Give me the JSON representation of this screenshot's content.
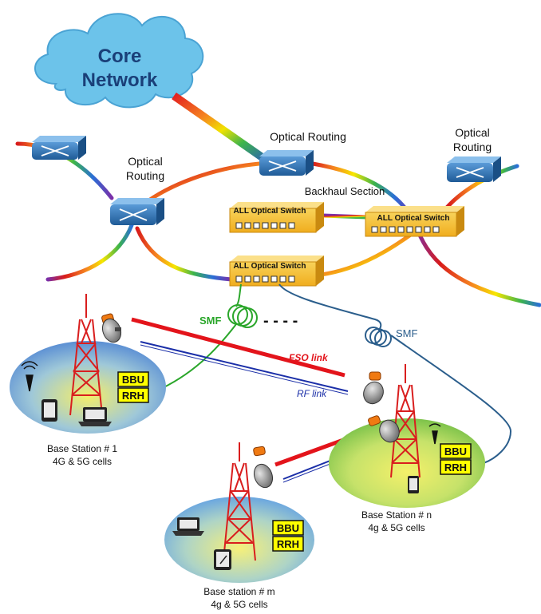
{
  "core": {
    "line1": "Core",
    "line2": "Network"
  },
  "routing_labels": {
    "left": {
      "line1": "Optical",
      "line2": "Routing"
    },
    "center": "Optical Routing",
    "right": {
      "line1": "Optical",
      "line2": "Routing"
    }
  },
  "backhaul": "Backhaul Section",
  "switches": {
    "a": "ALL Optical Switch",
    "b": "ALL Optical Switch",
    "c": "ALL Optical Switch"
  },
  "fiber": {
    "smf_left": "SMF",
    "smf_right": "SMF",
    "dots": "- - - -"
  },
  "links": {
    "fso": "FSO link",
    "rf": "RF link"
  },
  "units": {
    "bbu": "BBU",
    "rrh": "RRH"
  },
  "stations": {
    "s1": {
      "line1": "Base Station # 1",
      "line2": "4G & 5G cells"
    },
    "sn": {
      "line1": "Base Station # n",
      "line2": "4g & 5G cells"
    },
    "sm": {
      "line1": "Base station # m",
      "line2": "4g & 5G cells"
    }
  },
  "colors": {
    "cloud": "#6cc3ea",
    "core_text": "#1a3f78",
    "router": "#2f74b5",
    "switch": "#f2b531",
    "fso": "#e3141b",
    "rf": "#1b2fa8",
    "smf_left": "#2aa62a",
    "smf_right": "#2b5e8c",
    "box_yellow": "#ffff00"
  }
}
